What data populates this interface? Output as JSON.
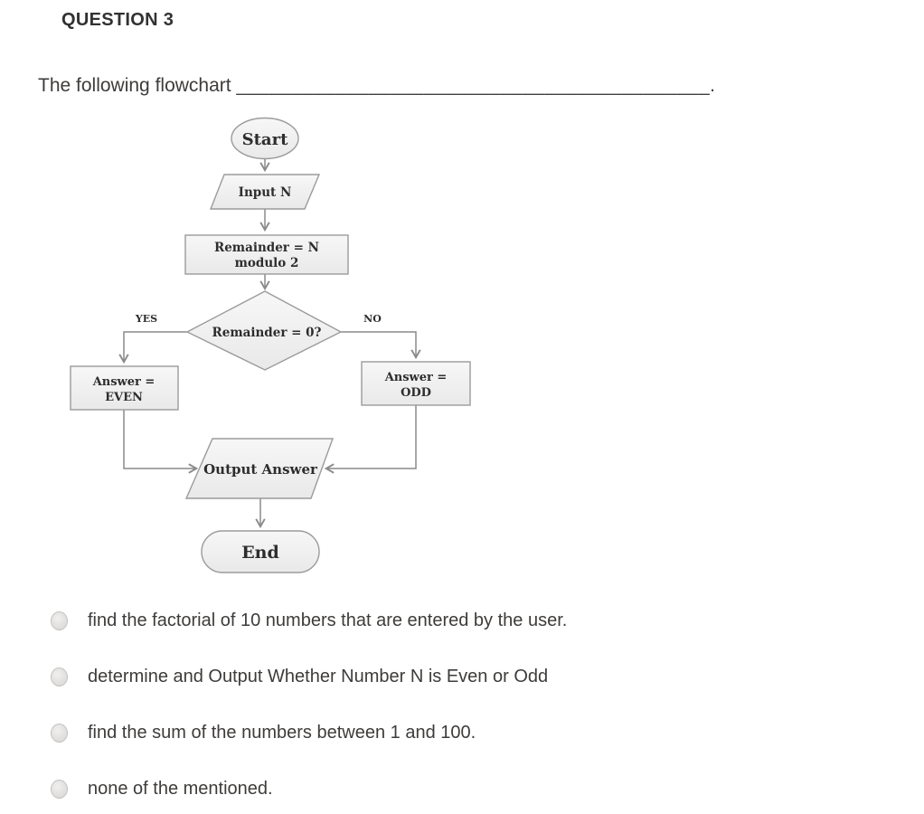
{
  "question": {
    "header": "QUESTION 3",
    "prompt_prefix": "The following flowchart ",
    "blank": "___________________________________________",
    "prompt_suffix": "."
  },
  "flowchart": {
    "start_label": "Start",
    "input_label": "Input N",
    "process_line1": "Remainder = N",
    "process_line2": "modulo 2",
    "decision_label": "Remainder = 0?",
    "yes_label": "YES",
    "no_label": "NO",
    "even_line1": "Answer =",
    "even_line2": "EVEN",
    "odd_line1": "Answer =",
    "odd_line2": "ODD",
    "output_label": "Output Answer",
    "end_label": "End"
  },
  "options": [
    {
      "label": "find the factorial of 10 numbers that are entered by the user."
    },
    {
      "label": "determine and Output Whether Number N is Even or Odd"
    },
    {
      "label": "find the sum of the numbers between 1 and 100."
    },
    {
      "label": "none of the mentioned."
    }
  ],
  "colors": {
    "body_text": "#3e3c3a",
    "header_text": "#323232",
    "shape_fill_top": "#f6f6f6",
    "shape_fill_bottom": "#e9e9e9",
    "shape_border": "#9b9b9b",
    "connector": "#8a8a8a",
    "flowchart_text": "#2d2d2d"
  }
}
